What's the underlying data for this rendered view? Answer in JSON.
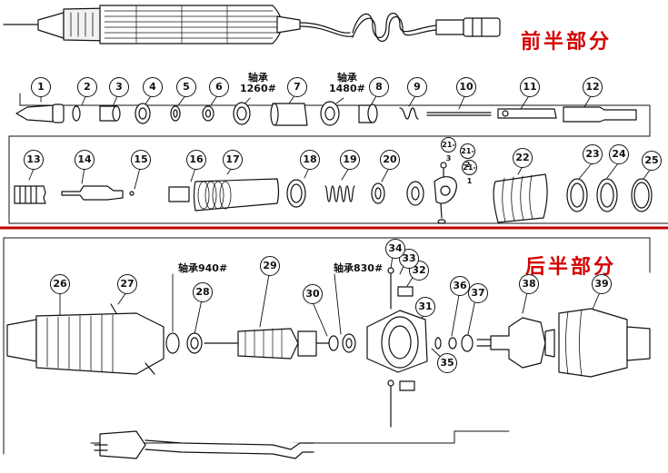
{
  "sections": {
    "front_title": "前半部分",
    "rear_title": "后半部分"
  },
  "bearing_labels": {
    "b1": {
      "line1": "轴承",
      "line2": "1260#"
    },
    "b2": {
      "line1": "轴承",
      "line2": "1480#"
    },
    "b3": "轴承940#",
    "b4": "轴承830#"
  },
  "callouts": [
    "1",
    "2",
    "3",
    "4",
    "5",
    "6",
    "7",
    "8",
    "9",
    "10",
    "11",
    "12",
    "13",
    "14",
    "15",
    "16",
    "17",
    "18",
    "19",
    "20",
    "21-1",
    "21-2",
    "21-3",
    "22",
    "23",
    "24",
    "25",
    "26",
    "27",
    "28",
    "29",
    "30",
    "31",
    "32",
    "33",
    "34",
    "35",
    "36",
    "37",
    "38",
    "39"
  ],
  "colors": {
    "section_title": "#d40000",
    "divider": "#c00000",
    "line": "#111111"
  }
}
